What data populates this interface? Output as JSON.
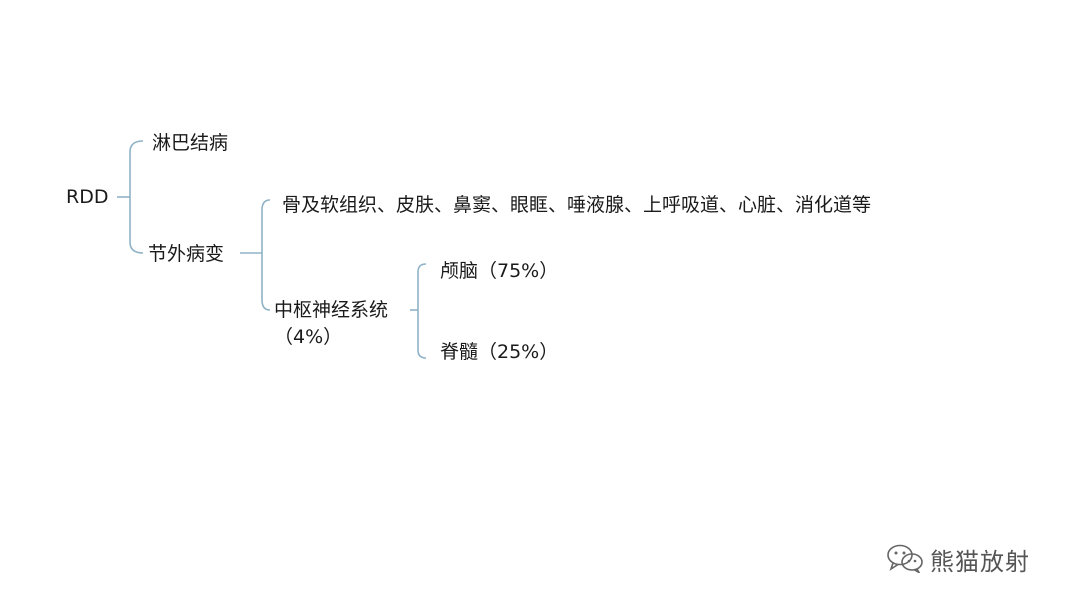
{
  "diagram": {
    "root": "RDD",
    "branch_lymph": "淋巴结病",
    "branch_extranodal": "节外病变",
    "extranodal_sites": "骨及软组织、皮肤、鼻窦、眼眶、唾液腺、上呼吸道、心脏、消化道等",
    "cns_title": "中枢神经系统",
    "cns_pct": "（4%）",
    "cns_brain": "颅脑（75%）",
    "cns_spine": "脊髓（25%）"
  },
  "watermark": {
    "text": "熊猫放射",
    "icon": "wechat-icon"
  },
  "colors": {
    "connector": "#8fb3c6",
    "text": "#1a1a1a",
    "watermark": "#555555"
  }
}
